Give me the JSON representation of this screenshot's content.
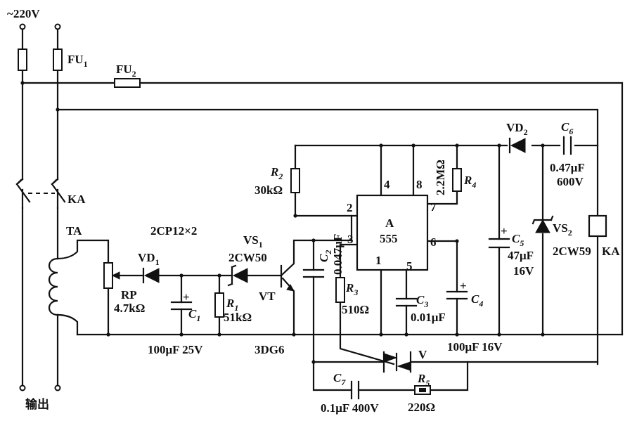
{
  "labels": {
    "supply": "~220V",
    "fu1": "FU",
    "fu1_sub": "1",
    "fu2": "FU",
    "fu2_sub": "2",
    "ka_contact": "KA",
    "ka_coil": "KA",
    "ta": "TA",
    "output": "输出",
    "diodes_part": "2CP12×2",
    "vd1": "VD",
    "vd1_sub": "1",
    "rp": "RP",
    "rp_val": "4.7kΩ",
    "c1": "C",
    "c1_sub": "1",
    "c1_val": "100μF  25V",
    "r1": "R",
    "r1_sub": "1",
    "r1_val": "51kΩ",
    "vs1": "VS",
    "vs1_sub": "1",
    "vs1_part": "2CW50",
    "vt": "VT",
    "vt_part": "3DG6",
    "r2": "R",
    "r2_sub": "2",
    "r2_val": "30kΩ",
    "c2": "C",
    "c2_sub": "2",
    "c2_val": "0.047μF",
    "ic_name": "A",
    "ic_part": "555",
    "pin2": "2",
    "pin3": "3",
    "pin4": "4",
    "pin8": "8",
    "pin7": "7",
    "pin6": "6",
    "pin1": "1",
    "pin5": "5",
    "r3": "R",
    "r3_sub": "3",
    "r3_val": "510Ω",
    "c3": "C",
    "c3_sub": "3",
    "c3_val": "0.01μF",
    "c4": "C",
    "c4_sub": "4",
    "c4_val": "100μF  16V",
    "r4": "R",
    "r4_sub": "4",
    "r4_val": "2.2MΩ",
    "vd2": "VD",
    "vd2_sub": "2",
    "c5": "C",
    "c5_sub": "5",
    "c5_val1": "47μF",
    "c5_val2": "16V",
    "c6": "C",
    "c6_sub": "6",
    "c6_val1": "0.47μF",
    "c6_val2": "600V",
    "vs2": "VS",
    "vs2_sub": "2",
    "vs2_part": "2CW59",
    "v": "V",
    "c7": "C",
    "c7_sub": "7",
    "c7_val": "0.1μF 400V",
    "r5": "R",
    "r5_sub": "5",
    "r5_val": "220Ω",
    "plus": "+"
  }
}
